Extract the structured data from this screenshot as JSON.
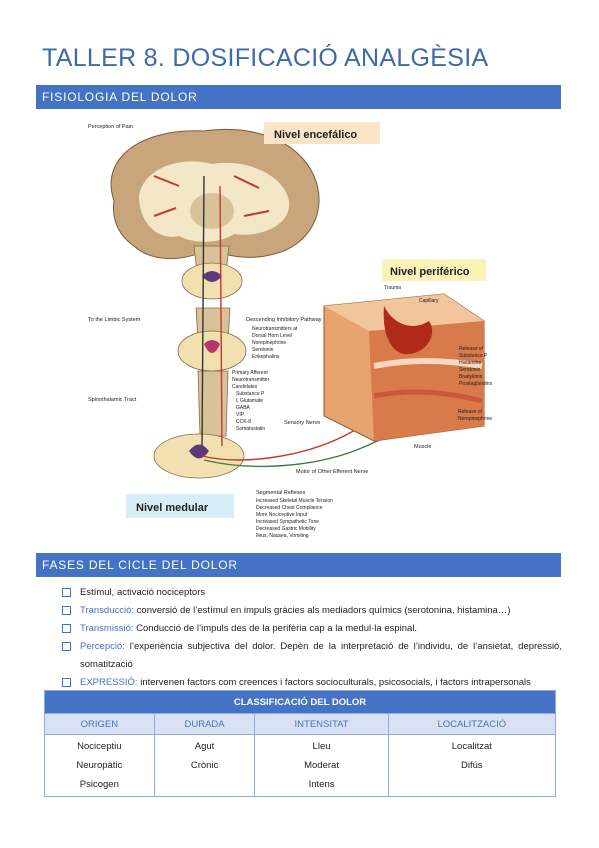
{
  "title": "TALLER 8. DOSIFICACIÓ ANALGÈSIA",
  "section1": {
    "label": "FISIOLOGIA DEL DOLOR"
  },
  "figure": {
    "labels": {
      "perception": "Perception of Pain",
      "encefalico": "Nivel encefálico",
      "periferico": "Nivel periférico",
      "medular": "Nivel medular",
      "limbic": "To the Limbic System",
      "descending": "Descending Inhibitory Pathway",
      "neuro1": "Neurotransmitters at",
      "neuro2": "Dorsal Horn Level",
      "neuro3": "Norepinephrine",
      "neuro4": "Serotonin",
      "neuro5": "Enkephalins",
      "trauma": "Trauma",
      "capillary": "Capillary",
      "release1": "Release of",
      "release2": "Substance P",
      "release3": "Histamine",
      "release4": "Serotonin",
      "release5": "Bradykinin",
      "release6": "Prostaglandins",
      "primary1": "Primary Afferent",
      "primary2": "Neurotransmitter",
      "primary3": "Candidates",
      "primary4": "Substance P",
      "primary5": "L Glutamate",
      "primary6": "GABA",
      "primary7": "VIP",
      "primary8": "CCK-8",
      "primary9": "Somatostatin",
      "spinothalamic": "Spinothalamic Tract",
      "sensory": "Sensory Nerve",
      "norepi1": "Release of",
      "norepi2": "Norepinephrine",
      "muscle": "Muscle",
      "motor": "Motor of Other Efferent Nerve",
      "seg1": "Segmental Reflexes",
      "seg2": "Increased Skeletal Muscle Tension",
      "seg3": "Decreased Chest Compliance",
      "seg4": "More Nociceptive Input",
      "seg5": "Increased Sympathetic Tone",
      "seg6": "Decreased Gastric Mobility",
      "seg7": "Ileus, Nausea, Vomiting"
    }
  },
  "section2": {
    "label": "FASES DEL CICLE DEL DOLOR"
  },
  "phases": [
    {
      "term": "",
      "text": "Estímul, activació nociceptors"
    },
    {
      "term": "Transducció:",
      "text": " conversió de l’estímul en impuls gràcies als mediadors químics (serotonina, histamina…)"
    },
    {
      "term": "Transmissió:",
      "text": " Conducció de l’impuls des de la perifèria cap a la medul·la espinal."
    },
    {
      "term": "Percepció:",
      "text": " l’experiència subjectiva del dolor. Depèn de la interpretació de l’individu, de l’ansietat, depressió, somatització"
    },
    {
      "term": "EXPRESSIÓ:",
      "text": " intervenen factors com creences i factors socioculturals, psicosocials, i factors intrapersonals"
    }
  ],
  "table": {
    "title": "CLASSIFICACIÓ DEL DOLOR",
    "columns": [
      "ORIGEN",
      "DURADA",
      "INTENSITAT",
      "LOCALITZACIÓ"
    ],
    "cells": [
      [
        "Nociceptiu",
        "Neuropàtic",
        "Psicogen"
      ],
      [
        "Agut",
        "Crònic"
      ],
      [
        "Lleu",
        "Moderat",
        "Intens"
      ],
      [
        "Localitzat",
        "Difús"
      ]
    ]
  },
  "colors": {
    "accent": "#4472c4",
    "title": "#3f6aa8",
    "header_light": "#d9e2f3"
  }
}
